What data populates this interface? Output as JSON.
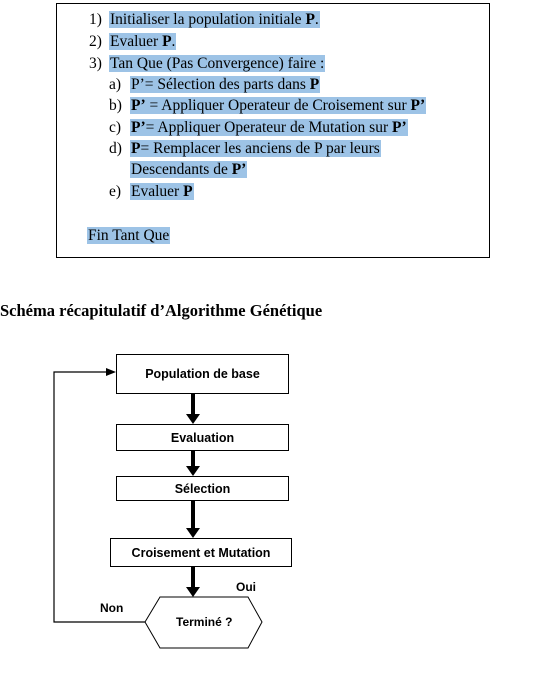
{
  "algorithm": {
    "lines": [
      {
        "num": "1)",
        "parts": [
          {
            "t": "Initialiser la population initiale ",
            "b": false
          },
          {
            "t": "P",
            "b": true
          },
          {
            "t": ".",
            "b": false
          }
        ]
      },
      {
        "num": "2)",
        "parts": [
          {
            "t": "Evaluer ",
            "b": false
          },
          {
            "t": "P",
            "b": true
          },
          {
            "t": ".",
            "b": false
          }
        ]
      },
      {
        "num": "3)",
        "parts": [
          {
            "t": "Tan Que (Pas Convergence) faire :",
            "b": false
          }
        ]
      },
      {
        "num": "a)",
        "parts": [
          {
            "t": "P’= Sélection des parts dans ",
            "b": false
          },
          {
            "t": "P",
            "b": true
          }
        ]
      },
      {
        "num": "b)",
        "parts": [
          {
            "t": "P’",
            "b": true
          },
          {
            "t": " = Appliquer Operateur de Croisement sur ",
            "b": false
          },
          {
            "t": "P’",
            "b": true
          }
        ]
      },
      {
        "num": "c)",
        "parts": [
          {
            "t": "P’",
            "b": true
          },
          {
            "t": "= Appliquer Operateur de Mutation sur ",
            "b": false
          },
          {
            "t": "P’",
            "b": true
          }
        ]
      },
      {
        "num": "d)",
        "parts": [
          {
            "t": "P",
            "b": true
          },
          {
            "t": "= Remplacer les anciens de P par leurs",
            "b": false
          }
        ]
      },
      {
        "num": "",
        "parts": [
          {
            "t": "Descendants de ",
            "b": false
          },
          {
            "t": "P’",
            "b": true
          }
        ]
      },
      {
        "num": "e)",
        "parts": [
          {
            "t": "Evaluer ",
            "b": false
          },
          {
            "t": "P",
            "b": true
          }
        ]
      },
      {
        "num": "",
        "parts": [
          {
            "t": "Fin Tant Que",
            "b": false
          }
        ]
      }
    ]
  },
  "section_title": "Schéma récapitulatif d’Algorithme Génétique",
  "flowchart": {
    "population": "Population de base",
    "evaluation": "Evaluation",
    "selection": "Sélection",
    "croisement": "Croisement et Mutation",
    "termine": "Terminé ?",
    "oui": "Oui",
    "non": "Non"
  },
  "colors": {
    "highlight": "#9dc3e6"
  }
}
